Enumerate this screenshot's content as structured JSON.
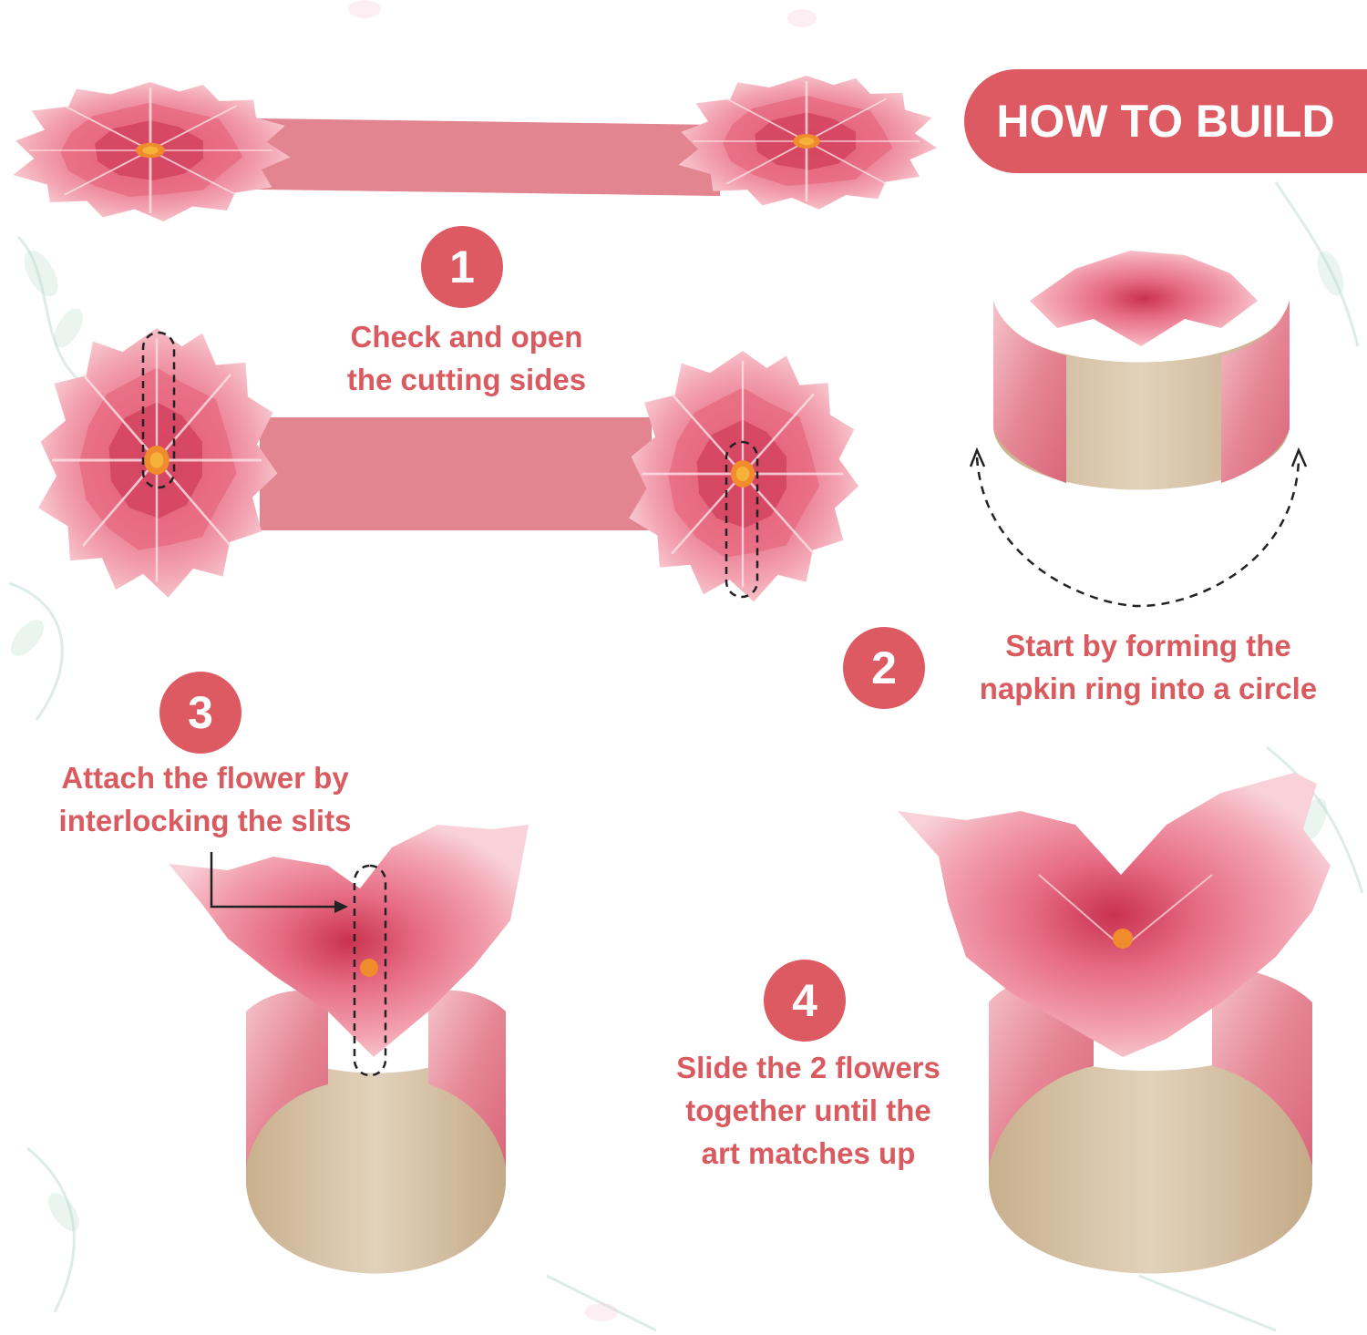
{
  "header": {
    "title": "HOW TO BUILD"
  },
  "steps": [
    {
      "number": "1",
      "lines": [
        "Check and open",
        "the cutting sides"
      ]
    },
    {
      "number": "2",
      "lines": [
        "Start by forming the",
        "napkin ring into a circle"
      ]
    },
    {
      "number": "3",
      "lines": [
        "Attach the flower by",
        "interlocking the slits"
      ]
    },
    {
      "number": "4",
      "lines": [
        "Slide the 2 flowers",
        "together until the",
        "art matches up"
      ]
    }
  ],
  "colors": {
    "accent": "#dd5a62",
    "text": "#d95b60",
    "petal": "#ee8c9c",
    "petal_dark": "#d94f6a",
    "band_pink": "#e5858f",
    "band_inside": "#d6c2a6",
    "flower_center": "#f08c2c"
  },
  "icons": [
    "flower-icon",
    "napkin-ring-icon",
    "dashed-arrow-icon",
    "dashed-slit-marker-icon"
  ]
}
